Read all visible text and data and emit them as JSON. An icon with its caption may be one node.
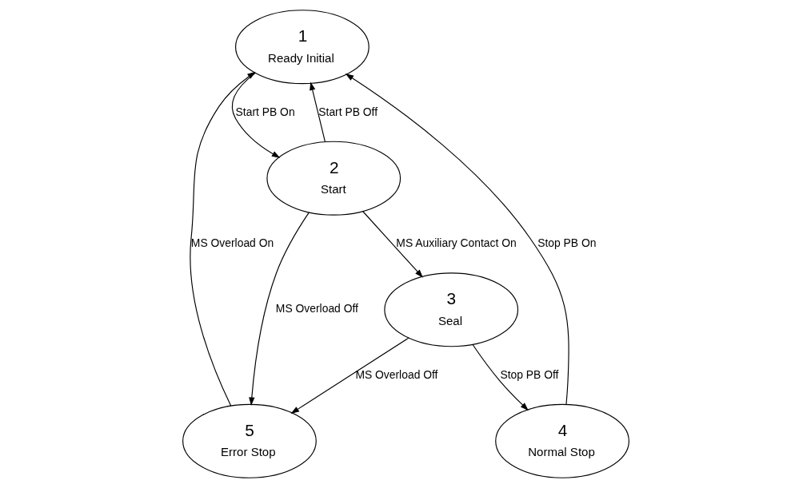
{
  "diagram": {
    "nodes": [
      {
        "text": [
          "1",
          "Ready Initial"
        ]
      },
      {
        "text": [
          "2",
          "Start"
        ]
      },
      {
        "text": [
          "5",
          "Error Stop"
        ]
      },
      {
        "text": [
          "4",
          "Normal Stop"
        ]
      },
      {
        "text": [
          "3",
          "Seal"
        ]
      }
    ],
    "edges": [
      {
        "from": 0,
        "to": 1,
        "arrow": "to",
        "label": "Start PB On"
      },
      {
        "from": 1,
        "to": 0,
        "arrow": "to",
        "label": "Start PB Off"
      },
      {
        "from": 2,
        "to": 0,
        "arrow": "to",
        "label": "MS Overload On"
      },
      {
        "from": 1,
        "to": 2,
        "arrow": "to",
        "label": "MS Overload Off"
      },
      {
        "from": 1,
        "to": 4,
        "arrow": "to",
        "label": "MS Auxiliary Contact On"
      },
      {
        "from": 4,
        "to": 2,
        "arrow": "to",
        "label": "MS Overload Off"
      },
      {
        "from": 4,
        "to": 3,
        "arrow": "to",
        "label": "Stop PB Off"
      },
      {
        "from": 3,
        "to": 0,
        "arrow": "to",
        "label": "Stop PB On"
      }
    ]
  }
}
